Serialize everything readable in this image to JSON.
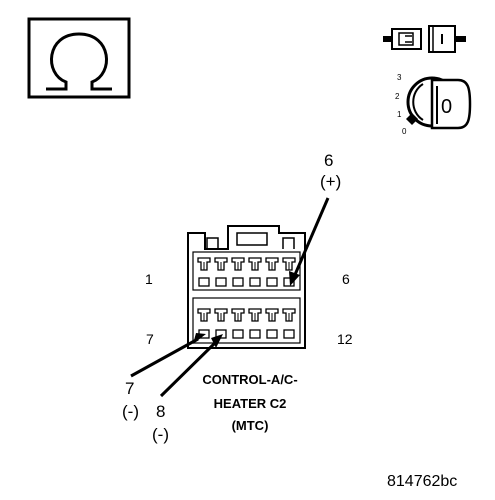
{
  "meter": {
    "symbol": "Ω",
    "icon": "ohmmeter-icon"
  },
  "connector_icon": {
    "icon": "disconnected-connector-icon"
  },
  "ignition": {
    "icon": "ignition-key-icon",
    "positions": [
      "3",
      "2",
      "1",
      "0"
    ],
    "key_position": "0"
  },
  "connector": {
    "top_left_pin": "1",
    "top_right_pin": "6",
    "bottom_left_pin": "7",
    "bottom_right_pin": "12",
    "name_lines": [
      "CONTROL-A/C-",
      "HEATER C2",
      "(MTC)"
    ]
  },
  "callouts": [
    {
      "pin": "6",
      "polarity": "(+)"
    },
    {
      "pin": "7",
      "polarity": "(-)"
    },
    {
      "pin": "8",
      "polarity": "(-)"
    }
  ],
  "figure_id": "814762bc"
}
